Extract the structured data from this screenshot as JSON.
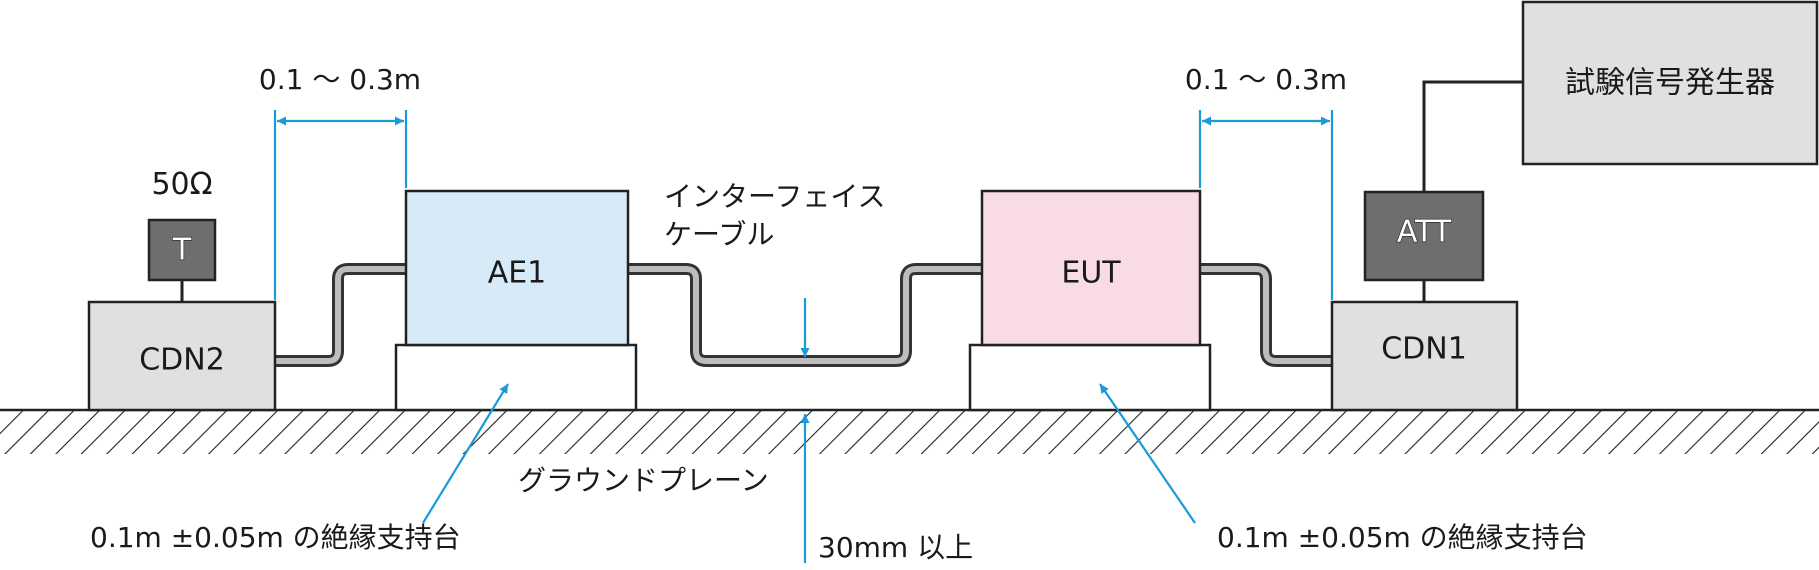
{
  "labels": {
    "cdn2": "CDN2",
    "cdn1": "CDN1",
    "ae1": "AE1",
    "eut": "EUT",
    "terminator": "T",
    "terminator_value": "50Ω",
    "att": "ATT",
    "generator": "試験信号発生器",
    "dist_left": "0.1 ～ 0.3m",
    "dist_right": "0.1 ～ 0.3m",
    "interface_cable_line1": "インターフェイス",
    "interface_cable_line2": "ケーブル",
    "ground_plane": "グラウンドプレーン",
    "support_left": "0.1m ±0.05m の絶縁支持台",
    "support_right": "0.1m ±0.05m の絶縁支持台",
    "height_min": "30mm 以上"
  },
  "colors": {
    "ae1_fill": "#d6eaf7",
    "eut_fill": "#f8dbe7",
    "cdn_fill": "#e0e0e0",
    "dark_box_fill": "#6e6e6e",
    "generator_fill": "#e0e0e0",
    "dimension_blue": "#1a9ad6"
  }
}
